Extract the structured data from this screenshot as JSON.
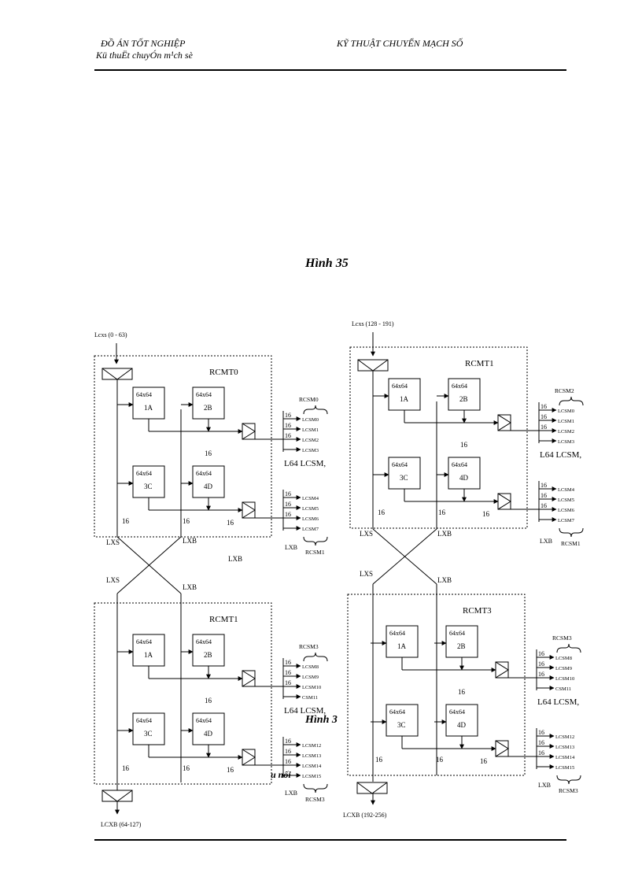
{
  "header": {
    "left_title": "ĐỒ ÁN TỐT NGHIỆP",
    "left_subtitle": "Kü thuËt chuyÓn m¹ch sè",
    "right_title": "KỸ THUẬT CHUYỂN MẠCH SỐ"
  },
  "figure_title": "Hình 35",
  "overlay_fragments": [
    "Hình 3",
    "u nối"
  ],
  "labels": {
    "in_0": "Lcxs (0 - 63)",
    "in_1": "Lcxs (128 - 191)",
    "out_2": "LCXB (64-127)",
    "out_3": "LCXB (192-256)",
    "lxs": "LXS",
    "lxb": "LXB",
    "num": "16",
    "l64": "L64 LCSM,"
  },
  "modules": [
    {
      "title": "RCMT0",
      "rcsm_top": "RCSM0",
      "rcsm_bottom": "RCSM1",
      "lcsm_top": [
        "LCSM0",
        "LCSM1",
        "LCSM2",
        "LCSM3"
      ],
      "lcsm_bottom": [
        "LCSM4",
        "LCSM5",
        "LCSM6",
        "LCSM7"
      ]
    },
    {
      "title": "RCMT1",
      "rcsm_top": "RCSM2",
      "rcsm_bottom": "RCSM1",
      "lcsm_top": [
        "LCSM0",
        "LCSM1",
        "LCSM2",
        "LCSM3"
      ],
      "lcsm_bottom": [
        "LCSM4",
        "LCSM5",
        "LCSM6",
        "LCSM7"
      ]
    },
    {
      "title": "RCMT1",
      "rcsm_top": "RCSM3",
      "rcsm_bottom": "RCSM3",
      "lcsm_top": [
        "LCSM8",
        "LCSM9",
        "LCSM10",
        "CSM11"
      ],
      "lcsm_bottom": [
        "LCSM12",
        "LCSM13",
        "LCSM14",
        "LCSM15"
      ]
    },
    {
      "title": "RCMT3",
      "rcsm_top": "RCSM3",
      "rcsm_bottom": "RCSM3",
      "lcsm_top": [
        "LCSM8",
        "LCSM9",
        "LCSM10",
        "CSM11"
      ],
      "lcsm_bottom": [
        "LCSM12",
        "LCSM13",
        "LCSM14",
        "LCSM15"
      ]
    }
  ],
  "switch_blocks": [
    {
      "size": "64x64",
      "id": "1A"
    },
    {
      "size": "64x64",
      "id": "2B"
    },
    {
      "size": "64x64",
      "id": "3C"
    },
    {
      "size": "64x64",
      "id": "4D"
    }
  ]
}
